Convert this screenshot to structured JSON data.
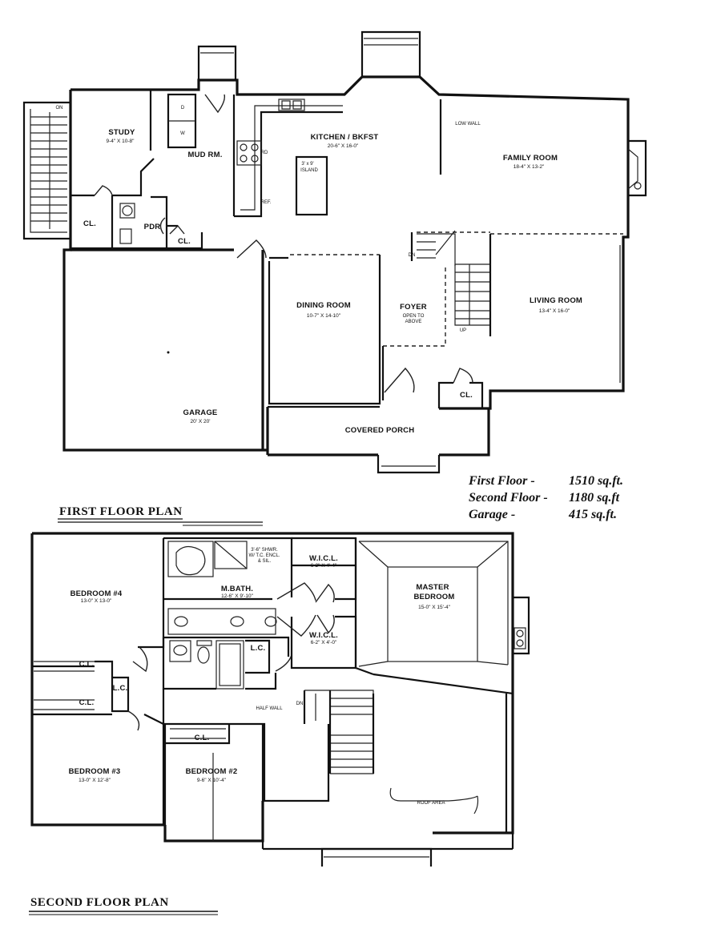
{
  "first_floor": {
    "title": "FIRST FLOOR PLAN",
    "rooms": {
      "study": {
        "name": "STUDY",
        "dims": "9-4\" X 10-8\""
      },
      "mud": {
        "name": "MUD RM."
      },
      "kitchen": {
        "name": "KITCHEN / BKFST",
        "dims": "20-6\" X 16-0\""
      },
      "island": {
        "name": "3' x 9'",
        "sub": "ISLAND"
      },
      "family": {
        "name": "FAMILY ROOM",
        "dims": "18-4\" X 13-2\""
      },
      "low_wall": "LOW WALL",
      "cl_study": "CL.",
      "pdr": "PDR",
      "cl_mud": "CL.",
      "d": "D",
      "w": "W",
      "rd": "RD",
      "ref": "REF.",
      "dining": {
        "name": "DINING ROOM",
        "dims": "10-7\" X 14-10\""
      },
      "foyer": {
        "name": "FOYER",
        "sub1": "OPEN TO",
        "sub2": "ABOVE"
      },
      "living": {
        "name": "LIVING ROOM",
        "dims": "13-4\" X 16-0\""
      },
      "dn": "DN",
      "up": "UP",
      "cl_foyer": "CL.",
      "garage": {
        "name": "GARAGE",
        "dims": "20' X 20'"
      },
      "porch": {
        "name": "COVERED PORCH"
      },
      "on": "ON"
    }
  },
  "second_floor": {
    "title": "SECOND FLOOR PLAN",
    "rooms": {
      "bed4": {
        "name": "BEDROOM #4",
        "dims": "13-0\" X 13-0\""
      },
      "mbath": {
        "name": "M.BATH.",
        "dims": "12-6\" X 9'-10\""
      },
      "shower": {
        "l1": "3'-6\" SHWR.",
        "l2": "W/ T.C. ENCL.",
        "l3": "& SIL."
      },
      "wicl1": {
        "name": "W.I.C.L.",
        "dims": "6-2\" X 4'-4\""
      },
      "wicl2": {
        "name": "W.I.C.L.",
        "dims": "6-2\" X 4'-0\""
      },
      "master": {
        "name": "MASTER",
        "name2": "BEDROOM",
        "dims": "15-0\" X 15'-4\""
      },
      "lc_hall": "L.C.",
      "lc_bath": "L.C.",
      "cl1": "C.L.",
      "cl2": "C.L.",
      "cl3": "C.L.",
      "half_wall": "HALF WALL",
      "dn": "DN",
      "bed3": {
        "name": "BEDROOM #3",
        "dims": "13-0\" X 12'-8\""
      },
      "bed2": {
        "name": "BEDROOM #2",
        "dims": "9-6\" X 10'-4\""
      },
      "roof": "ROOF AREA"
    }
  },
  "areas": [
    {
      "label": "First Floor -",
      "value": "1510 sq.ft."
    },
    {
      "label": "Second Floor -",
      "value": "1180 sq.ft"
    },
    {
      "label": "Garage -",
      "value": "415 sq.ft."
    }
  ]
}
